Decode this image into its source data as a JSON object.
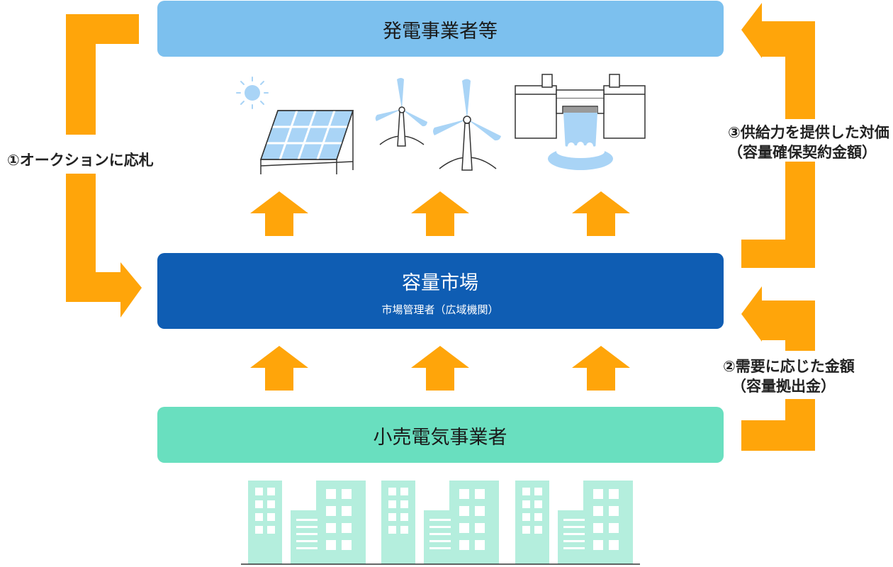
{
  "colors": {
    "orange": "#ffa50a",
    "generators_box": "#7cc0ee",
    "market_box": "#0f5db3",
    "retailers_box": "#69dfbf",
    "building": "#b4eedd",
    "icon_blue": "#a9d4f6",
    "icon_line": "#333333"
  },
  "boxes": {
    "generators": {
      "title": "発電事業者等"
    },
    "market": {
      "title": "容量市場",
      "subtitle": "市場管理者（広域機関）"
    },
    "retailers": {
      "title": "小売電気事業者"
    }
  },
  "flows": {
    "auction": {
      "label": "①オークションに応札"
    },
    "payment": {
      "line1": "③供給力を提供した対価",
      "line2": "（容量確保契約金額）"
    },
    "contribution": {
      "line1": "②需要に応じた金額",
      "line2": "（容量拠出金）"
    }
  },
  "icons": [
    "sun-icon",
    "solar-panel-icon",
    "wind-turbine-icon",
    "hydro-dam-icon",
    "building-icon"
  ]
}
